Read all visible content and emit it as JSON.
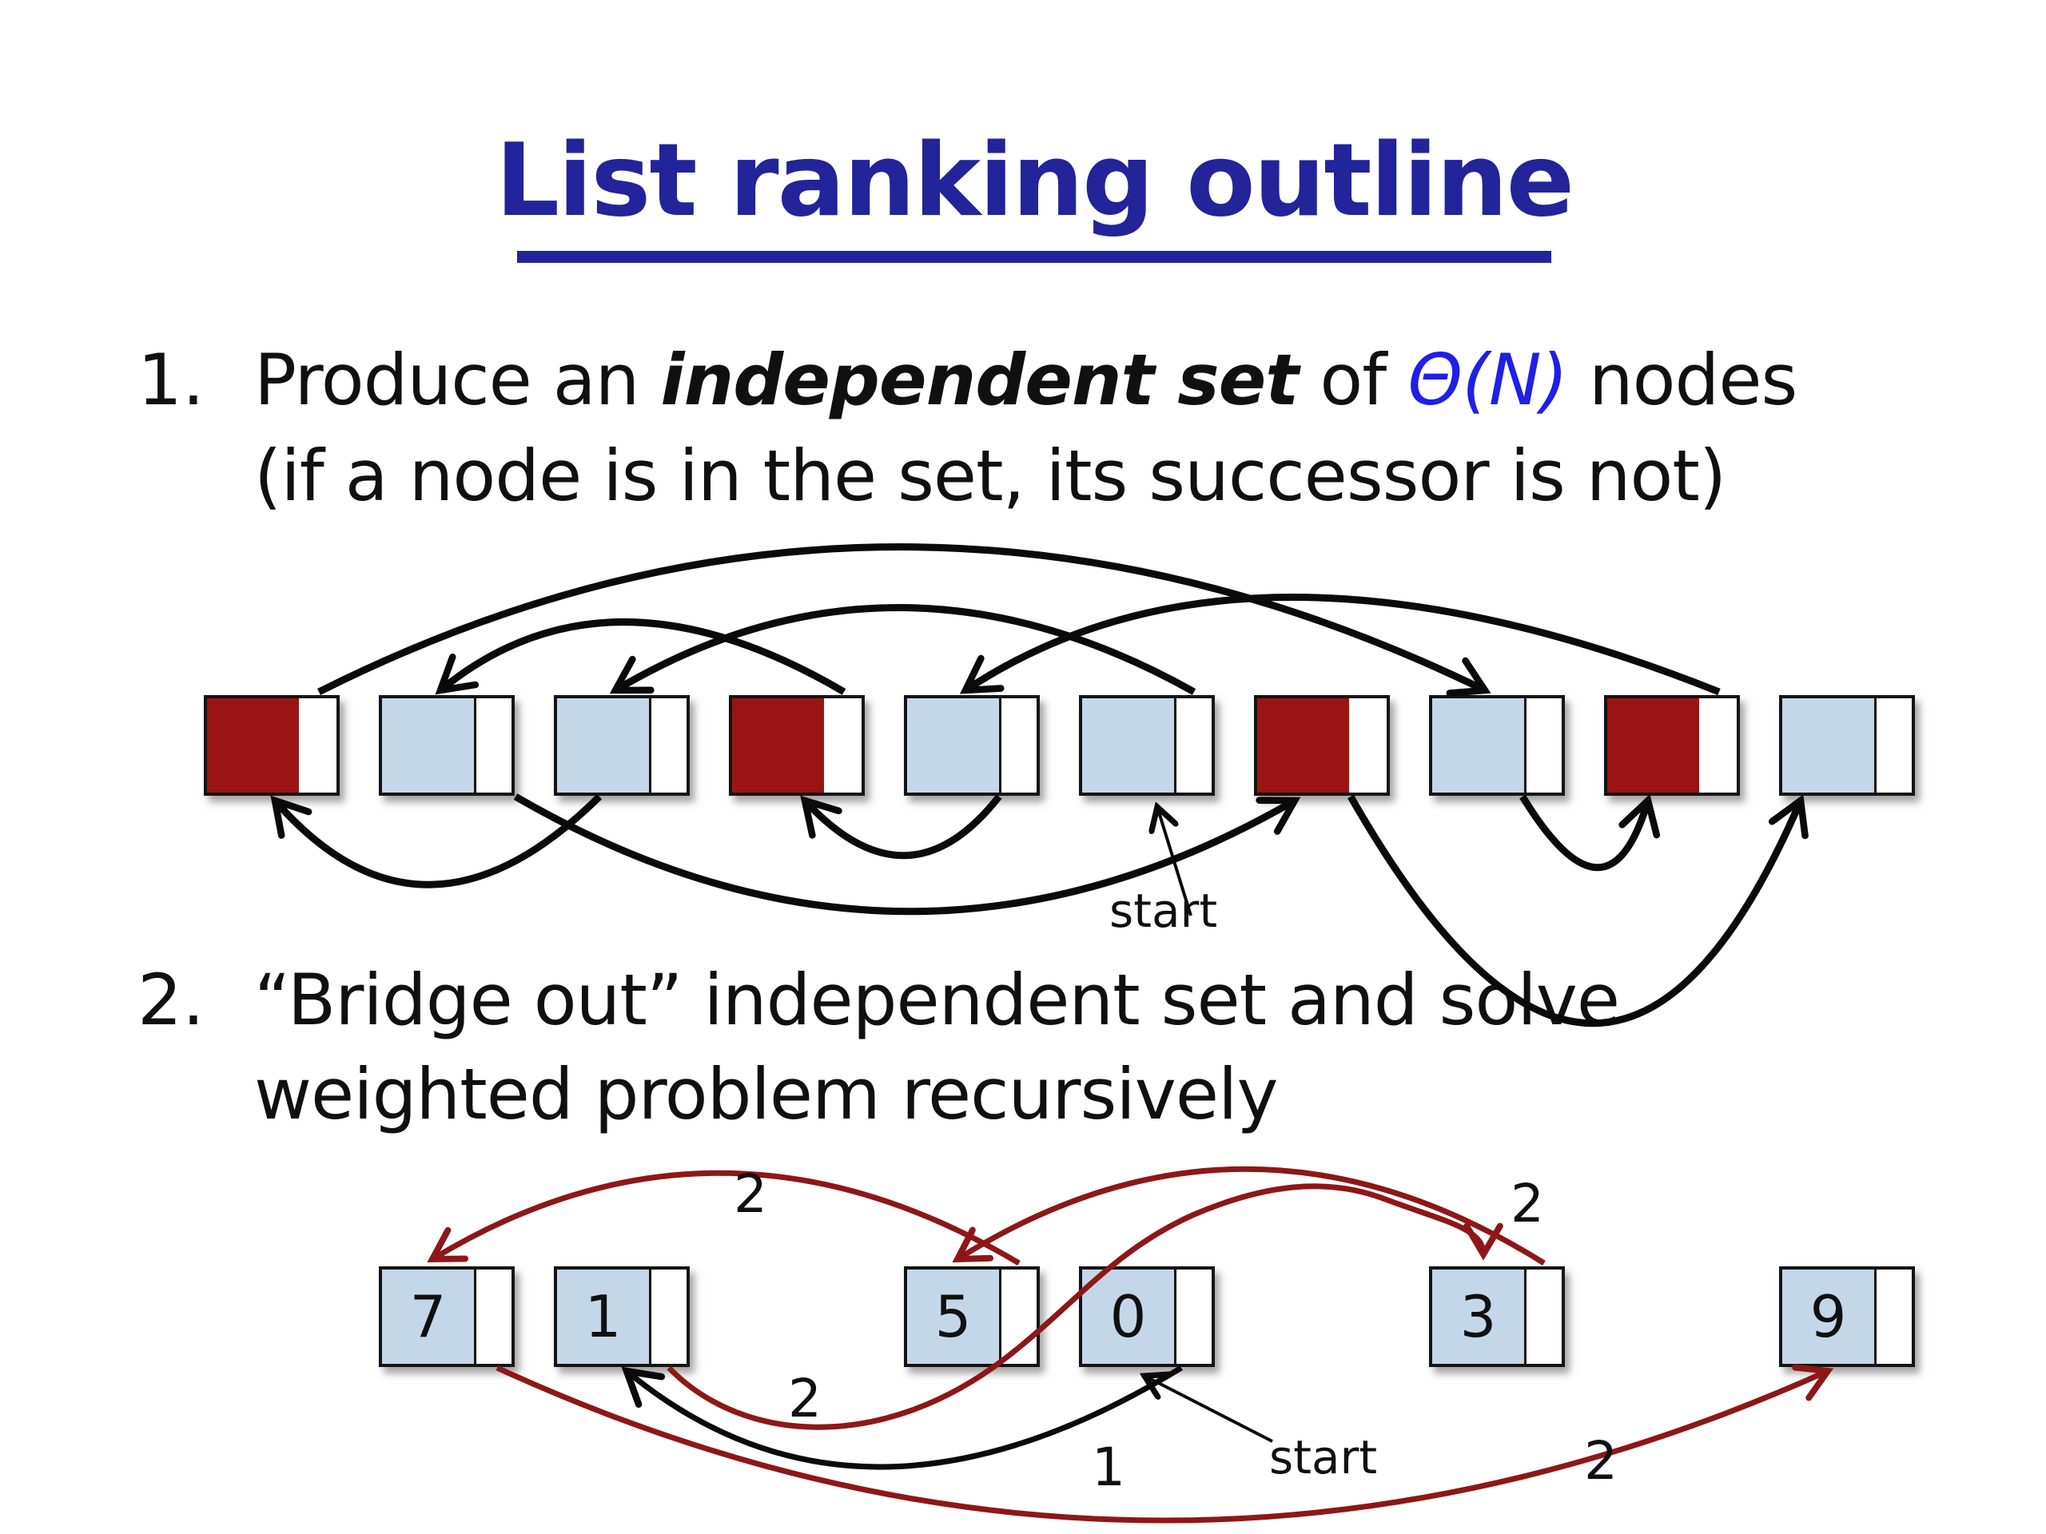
{
  "slide": {
    "title": "List ranking outline"
  },
  "item1": {
    "number": "1.",
    "line1_pre": "Produce an ",
    "line1_bold": "independent set",
    "line1_mid": " of ",
    "theta_open": "Θ(",
    "theta_n": "N",
    "theta_close": ")",
    "line1_post": " nodes",
    "line2": "(if a node is in the set, its successor is not)"
  },
  "item2": {
    "number": "2.",
    "line1": "“Bridge out” independent set and solve",
    "line2": "weighted problem recursively"
  },
  "diagram1": {
    "description": "linked list of 10 memory cells, independent-set nodes shown dark red",
    "node_colors": [
      "red",
      "blue",
      "blue",
      "red",
      "blue",
      "blue",
      "red",
      "blue",
      "red",
      "blue"
    ],
    "start_label": "start"
  },
  "diagram2": {
    "description": "bridged-out weighted list over remaining 6 nodes",
    "node_values": [
      "7",
      "1",
      "5",
      "0",
      "3",
      "9"
    ],
    "weight_labels": [
      "2",
      "2",
      "2",
      "1",
      "2"
    ],
    "start_label": "start"
  },
  "colors": {
    "title_navy": "#23239A",
    "theta_blue": "#1F1FE8",
    "node_red": "#9A1414",
    "node_blue": "#C4D7E9",
    "arc_black": "#0A0A0A",
    "arc_red": "#8D1717"
  }
}
